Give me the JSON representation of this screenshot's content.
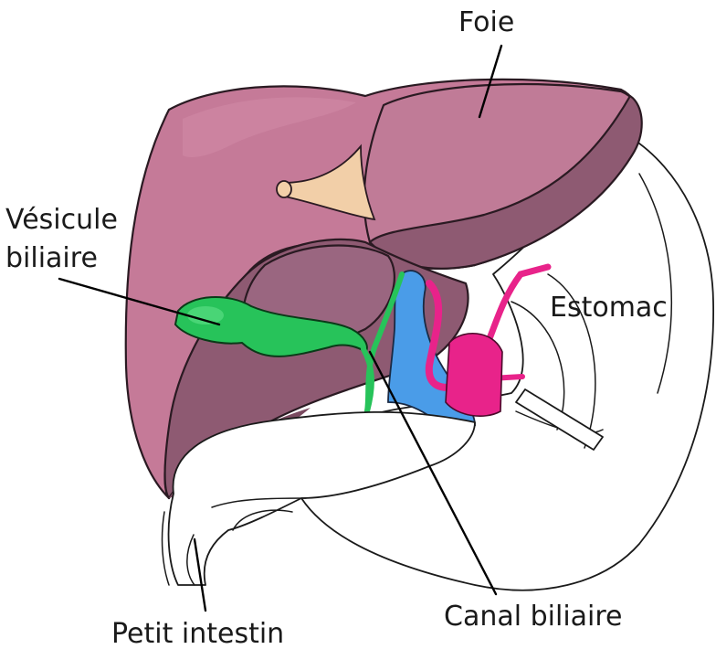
{
  "labels": {
    "liver": "Foie",
    "gallbladder_line1": "Vésicule",
    "gallbladder_line2": "biliaire",
    "stomach": "Estomac",
    "bile_duct": "Canal biliaire",
    "small_intestine": "Petit intestin"
  },
  "colors": {
    "liver_light": "#c57a98",
    "liver_mid": "#b8738f",
    "liver_shadow": "#8e5a72",
    "liver_dark": "#7a4a60",
    "ligament": "#f2cfa8",
    "gallbladder": "#27c35a",
    "portal_vein": "#4a9ce8",
    "artery": "#e8238a",
    "outline": "#2a1a22"
  }
}
